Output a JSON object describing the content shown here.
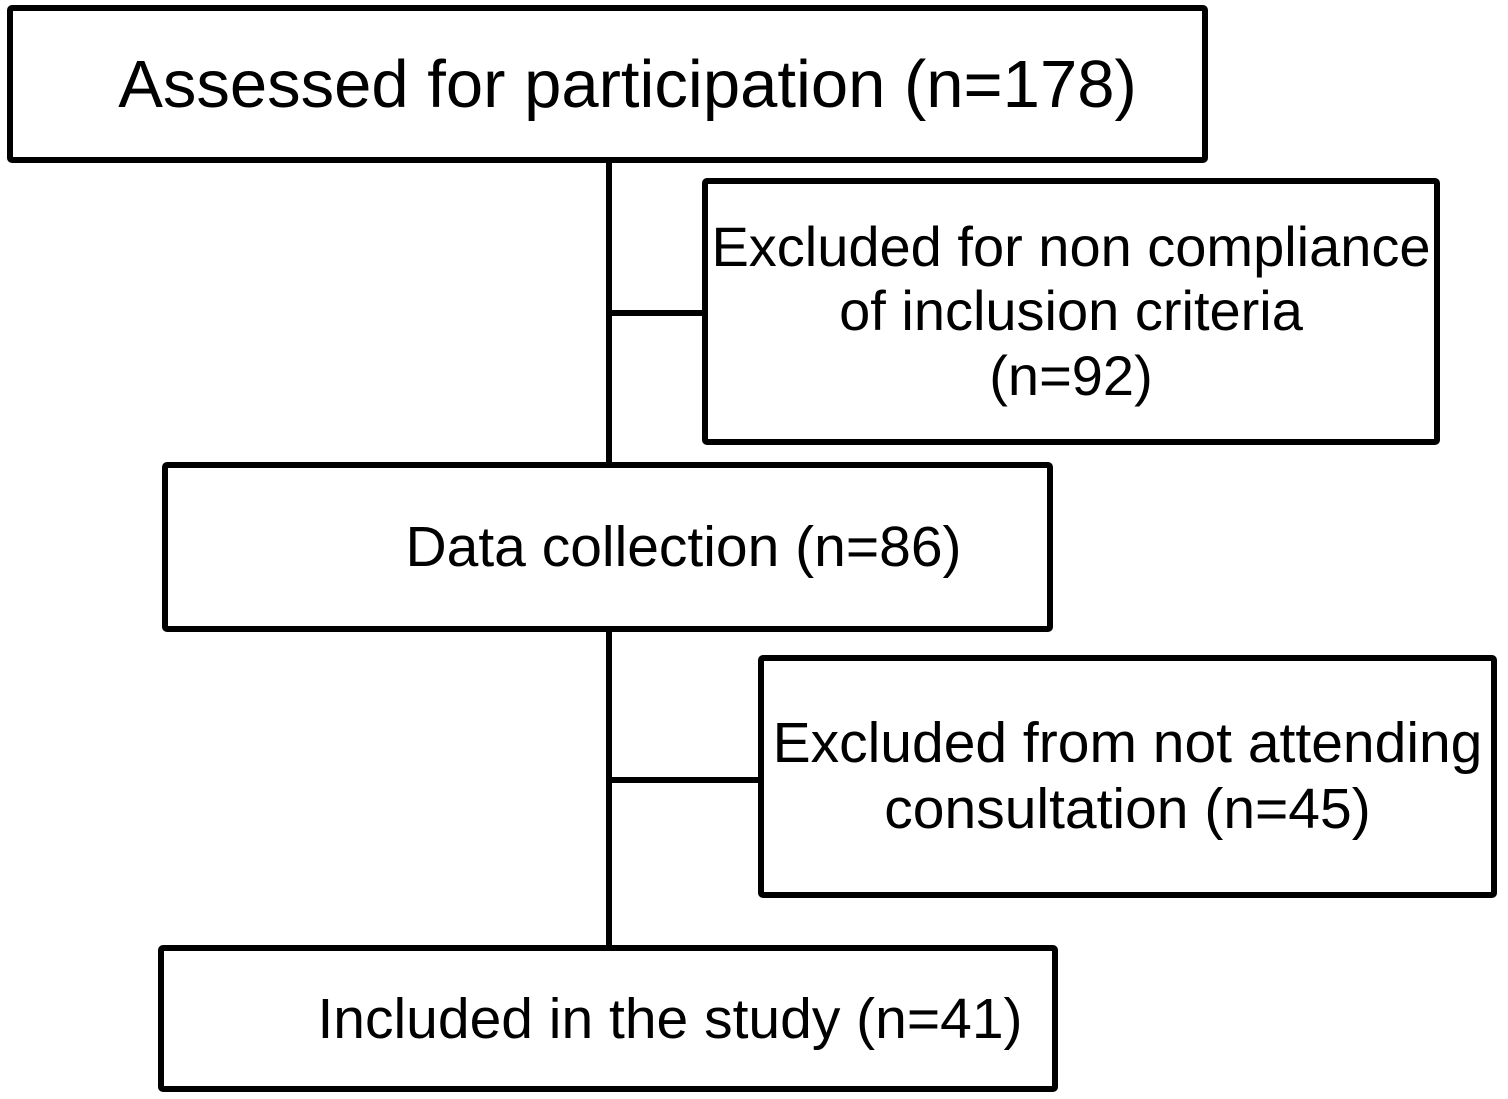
{
  "diagram": {
    "background_color": "#ffffff",
    "line_color": "#000000",
    "text_color": "#000000",
    "boxes": {
      "assessed": {
        "label": "Assessed for participation (n=178)"
      },
      "excluded_inclusion": {
        "lines": [
          "Excluded for non compliance",
          "of inclusion criteria",
          "(n=92)"
        ]
      },
      "data_collection": {
        "label": "Data collection (n=86)"
      },
      "excluded_consultation": {
        "lines": [
          "Excluded from not attending",
          "consultation (n=45)"
        ]
      },
      "included": {
        "label": "Included in the study (n=41)"
      }
    }
  }
}
